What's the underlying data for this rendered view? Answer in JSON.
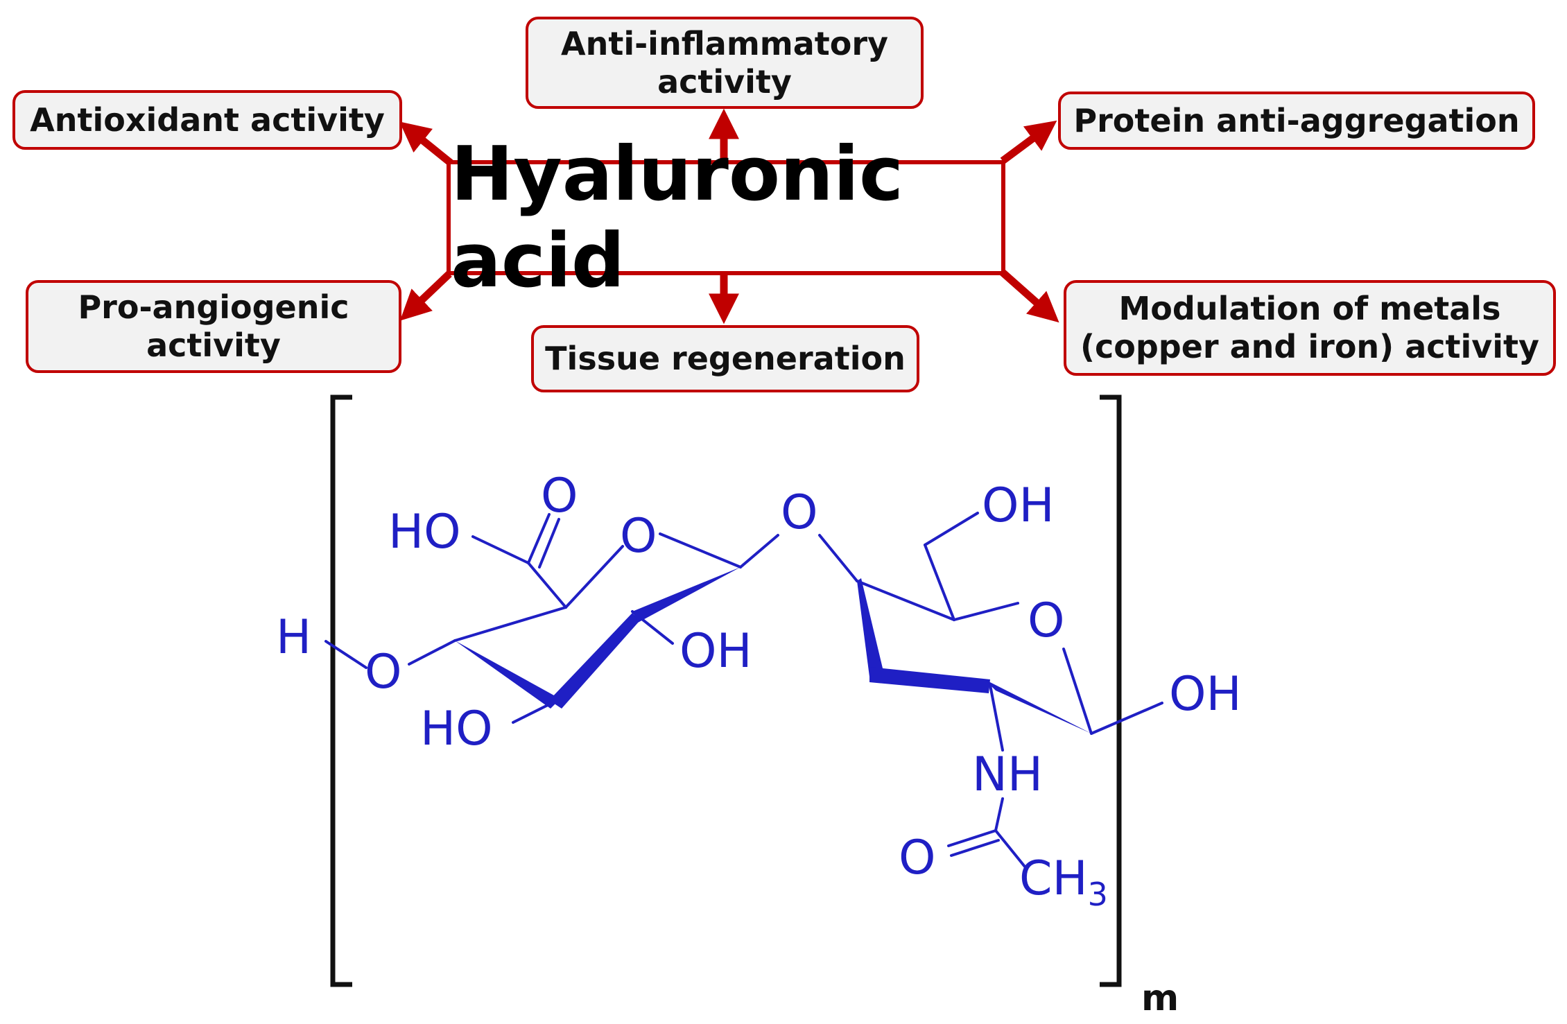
{
  "center": {
    "title": "Hyaluronic acid"
  },
  "activities": {
    "antioxidant": "Antioxidant activity",
    "anti_inflammatory_1": "Anti-inflammatory",
    "anti_inflammatory_2": "activity",
    "protein": "Protein anti-aggregation",
    "pro_angiogenic_1": "Pro-angiogenic",
    "pro_angiogenic_2": "activity",
    "tissue": "Tissue regeneration",
    "metals_1": "Modulation of metals",
    "metals_2": "(copper and iron) activity"
  },
  "molecule": {
    "ho_carboxyl": "HO",
    "o_carbonyl": "O",
    "o_ring1": "O",
    "o_glyco": "O",
    "oh_ch2": "OH",
    "h_end": "H",
    "o_end": "O",
    "oh_ring1": "OH",
    "ho_ring1": "HO",
    "o_ring2": "O",
    "oh_anomeric": "OH",
    "nh": "NH",
    "o_amide": "O",
    "ch3": "CH",
    "ch3_sub": "3",
    "repeat": "m"
  },
  "colors": {
    "arrow": "#c00000",
    "molecule": "#1f1fc4",
    "bracket": "#111111"
  }
}
